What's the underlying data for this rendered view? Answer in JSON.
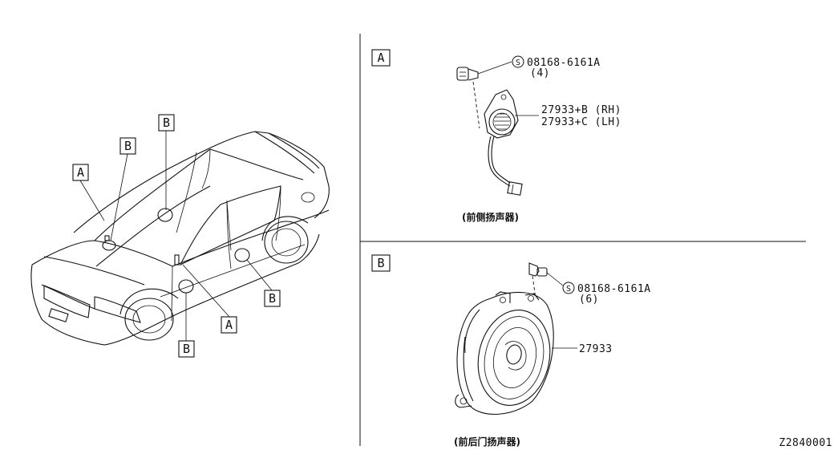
{
  "diagram": {
    "callouts": {
      "car_a1": "A",
      "car_a2": "A",
      "car_b1": "B",
      "car_b2": "B",
      "car_b3": "B",
      "car_b4": "B"
    },
    "section_a": {
      "letter": "A",
      "bolt_part": "08168-6161A",
      "bolt_qty": "(4)",
      "speaker_rh": "27933+B (RH)",
      "speaker_lh": "27933+C (LH)",
      "caption": "(前侧扬声器)"
    },
    "section_b": {
      "letter": "B",
      "bolt_part": "08168-6161A",
      "bolt_qty": "(6)",
      "speaker": "27933",
      "caption": "(前后门扬声器)"
    },
    "figure_code": "Z2840001",
    "screw_symbol": "S"
  }
}
